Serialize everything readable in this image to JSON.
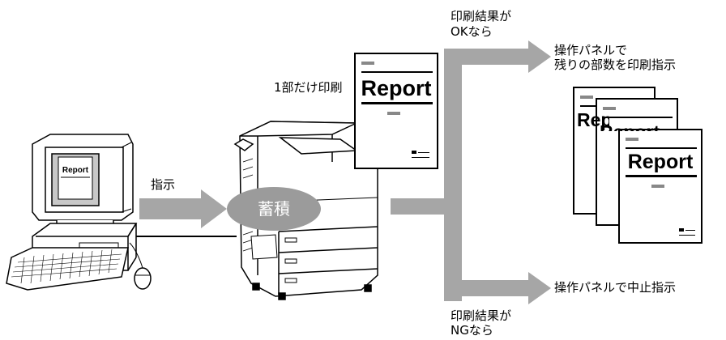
{
  "labels": {
    "instruct": "指示",
    "print_one": "1部だけ印刷",
    "ok_line1": "印刷結果が",
    "ok_line2": "OKなら",
    "remaining_line1": "操作パネルで",
    "remaining_line2": "残りの部数を印刷指示",
    "ng_line1": "印刷結果が",
    "ng_line2": "NGなら",
    "stop": "操作パネルで中止指示",
    "storage": "蓄積"
  },
  "documents": {
    "title": "Report"
  },
  "monitor": {
    "title": "Report"
  },
  "colors": {
    "arrow_gray": "#a6a6a6",
    "ellipse_gray": "#9b9b9b",
    "ink": "#000000",
    "paper": "#ffffff",
    "screen_gray": "#c8c8c8"
  }
}
